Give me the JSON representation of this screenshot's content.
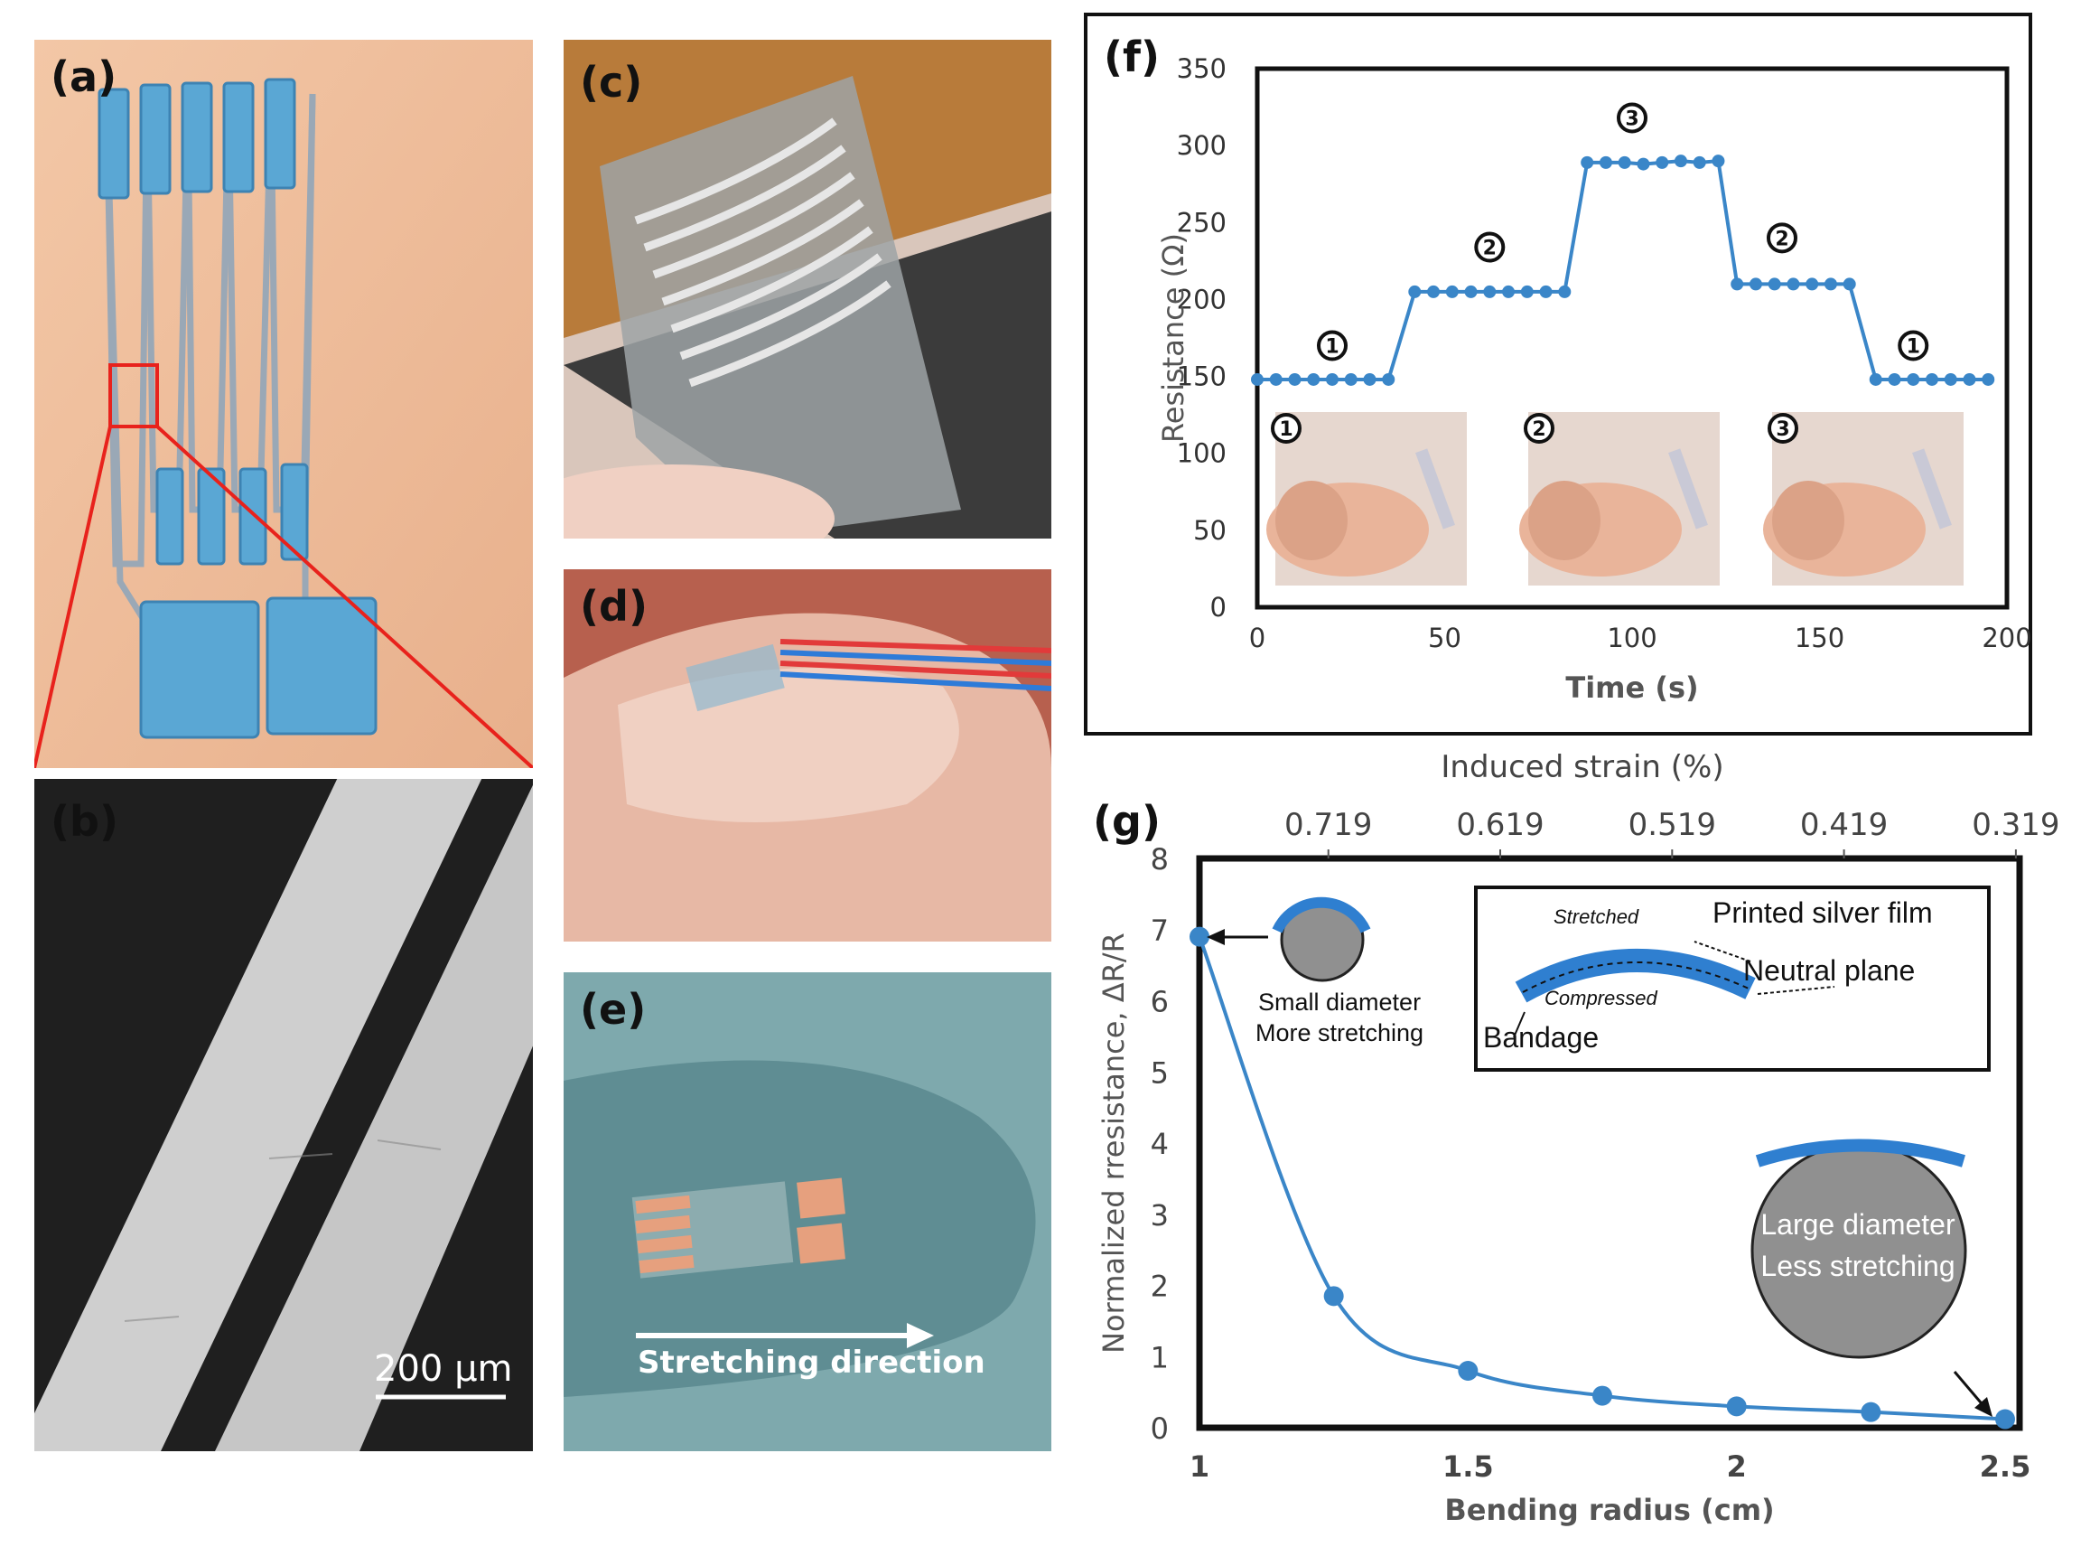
{
  "panels": {
    "a": {
      "tag": "(a)"
    },
    "b": {
      "tag": "(b)",
      "scale_bar": "200 µm"
    },
    "c": {
      "tag": "(c)"
    },
    "d": {
      "tag": "(d)"
    },
    "e": {
      "tag": "(e)",
      "caption": "Stretching direction"
    },
    "f": {
      "tag": "(f)",
      "markers": [
        "1",
        "2",
        "3",
        "2",
        "1"
      ],
      "photo_markers": [
        "1",
        "2",
        "3"
      ]
    },
    "g": {
      "tag": "(g)",
      "inset_small": [
        "Small diameter",
        "More stretching"
      ],
      "inset_large": [
        "Large diameter",
        "Less stretching"
      ],
      "legend": {
        "stretched": "Stretched",
        "compressed": "Compressed",
        "film": "Printed silver film",
        "neutral": "Neutral plane",
        "bandage": "Bandage"
      }
    }
  },
  "chart_data": [
    {
      "type": "line",
      "panel": "f",
      "xlabel": "Time (s)",
      "ylabel": "Resistance (Ω)",
      "xlim": [
        0,
        200
      ],
      "ylim": [
        0,
        350
      ],
      "xticks": [
        0,
        50,
        100,
        150,
        200
      ],
      "yticks": [
        0,
        50,
        100,
        150,
        200,
        250,
        300,
        350
      ],
      "color": "#3a86c8",
      "series": [
        {
          "x": [
            0,
            5,
            10,
            15,
            20,
            25,
            30,
            35,
            42,
            47,
            52,
            57,
            62,
            67,
            72,
            77,
            82,
            88,
            93,
            98,
            103,
            108,
            113,
            118,
            123,
            128,
            133,
            138,
            143,
            148,
            153,
            158,
            165,
            170,
            175,
            180,
            185,
            190,
            195
          ],
          "y": [
            148,
            148,
            148,
            148,
            148,
            148,
            148,
            148,
            205,
            205,
            205,
            205,
            205,
            205,
            205,
            205,
            205,
            289,
            289,
            289,
            288,
            289,
            290,
            289,
            290,
            210,
            210,
            210,
            210,
            210,
            210,
            210,
            148,
            148,
            148,
            148,
            148,
            148,
            148
          ]
        }
      ]
    },
    {
      "type": "line",
      "panel": "g",
      "xlabel": "Bending radius (cm)",
      "ylabel": "Normalized rresistance, ΔR/R",
      "top_xlabel": "Induced strain (%)",
      "xlim": [
        1,
        2.5
      ],
      "ylim": [
        0,
        8
      ],
      "xticks": [
        1,
        1.5,
        2,
        2.5
      ],
      "yticks": [
        0,
        1,
        2,
        3,
        4,
        5,
        6,
        7,
        8
      ],
      "top_xticks": [
        {
          "at": 1.24,
          "label": "0.719"
        },
        {
          "at": 1.56,
          "label": "0.619"
        },
        {
          "at": 1.88,
          "label": "0.519"
        },
        {
          "at": 2.2,
          "label": "0.419"
        },
        {
          "at": 2.52,
          "label": "0.319"
        }
      ],
      "color": "#3a86c8",
      "series": [
        {
          "x": [
            1,
            1.25,
            1.5,
            1.75,
            2,
            2.25,
            2.5
          ],
          "y": [
            6.9,
            1.85,
            0.8,
            0.45,
            0.3,
            0.22,
            0.12
          ]
        }
      ]
    }
  ]
}
